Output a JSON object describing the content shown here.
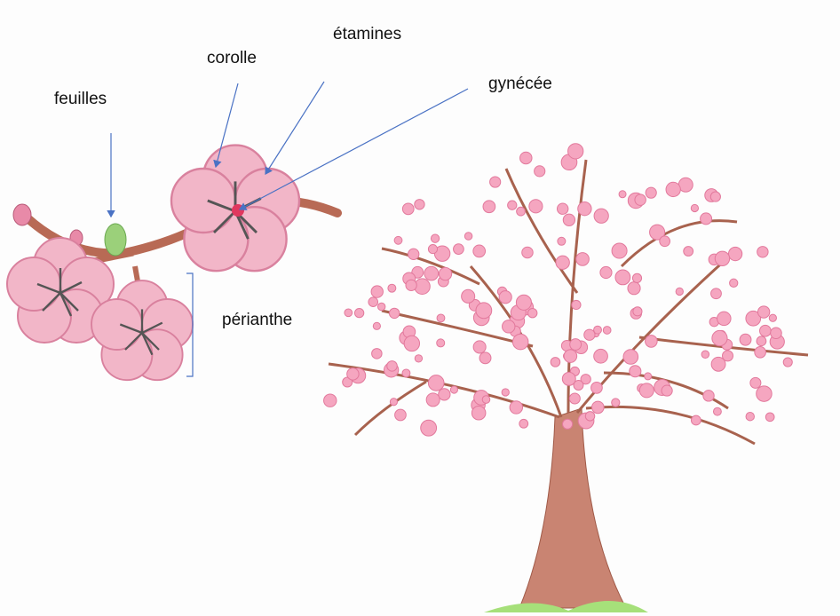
{
  "labels": {
    "feuilles": "feuilles",
    "corolle": "corolle",
    "etamines": "étamines",
    "gynecee": "gynécée",
    "perianthe": "périanthe"
  },
  "colors": {
    "arrow": "#4a72c4",
    "petal": "#f2b6c8",
    "petal_edge": "#d9819e",
    "branch": "#b86a55",
    "trunk": "#c98472",
    "leaf": "#9bd07a",
    "grass": "#a6e07a"
  }
}
